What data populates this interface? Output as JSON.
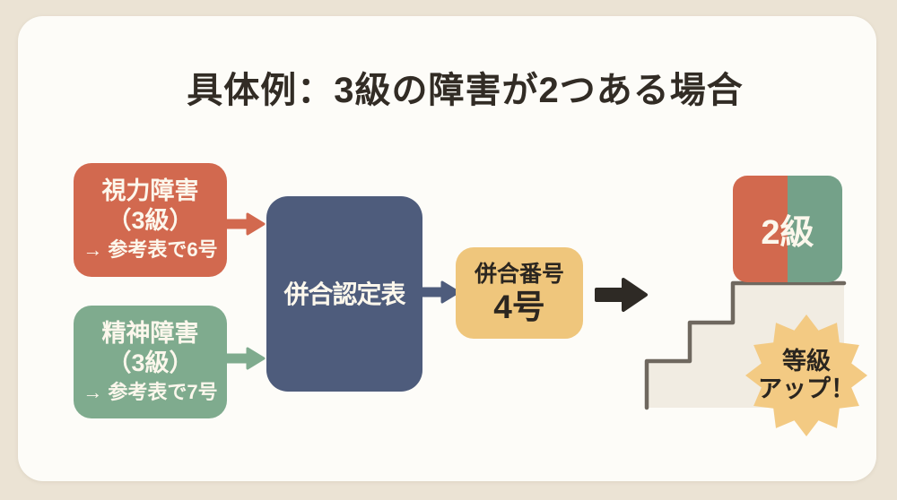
{
  "title": "具体例：3級の障害が2つある場合",
  "inputs": [
    {
      "name": "視力障害",
      "grade": "（3級）",
      "ref": "→ 参考表で6号"
    },
    {
      "name": "精神障害",
      "grade": "（3級）",
      "ref": "→ 参考表で7号"
    }
  ],
  "combiner": {
    "label": "併合認定表"
  },
  "result": {
    "title": "併合番号",
    "number": "4号"
  },
  "outcome": {
    "grade": "2級",
    "badge_line1": "等級",
    "badge_line2": "アップ！"
  },
  "colors": {
    "background": "#ebe3d4",
    "card": "#fdfcf8",
    "red": "#d2694f",
    "green": "#7fab8e",
    "blue": "#4e5c7c",
    "yellow": "#efc67c",
    "starburst": "#f3ca83",
    "stairs_fill": "#f1ece2",
    "stairs_outline": "#6f685f",
    "dark_arrow": "#2e2a25",
    "text_dark": "#322c25"
  }
}
